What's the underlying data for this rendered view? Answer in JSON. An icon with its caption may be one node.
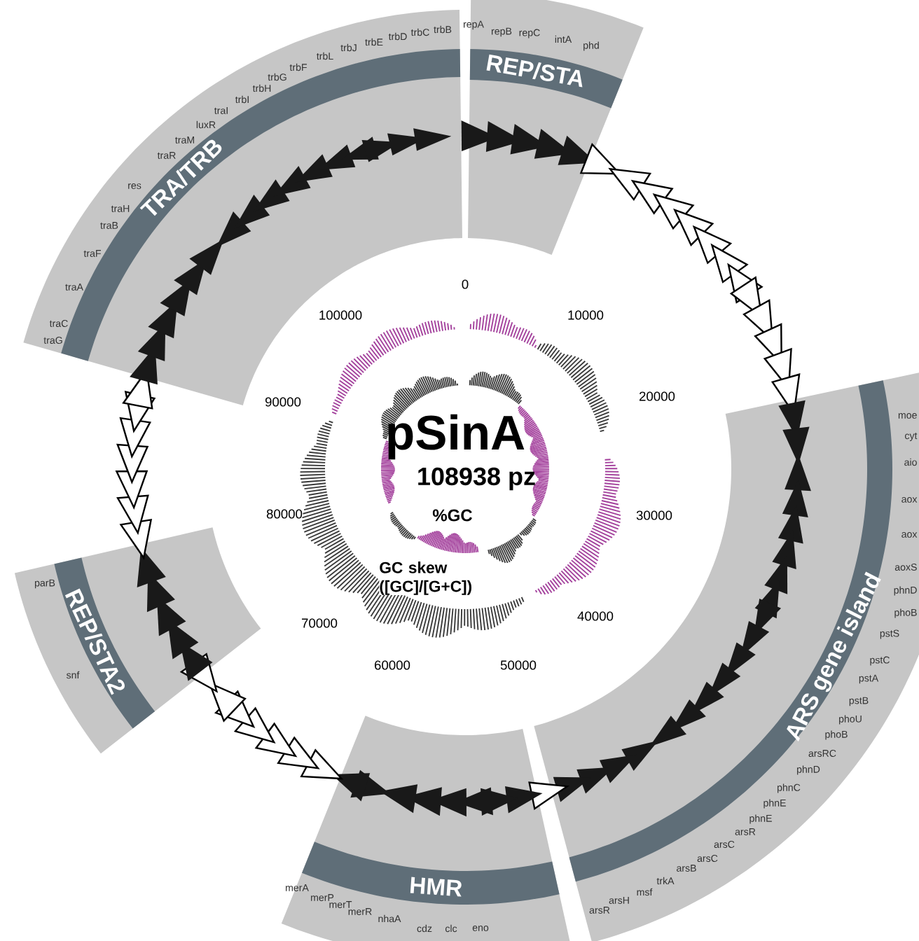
{
  "diagram": {
    "title": "pSinA",
    "nodes": [
      {
        "text": [
          "TRA/TRB",
          "traG",
          "traC",
          "traA",
          "traF",
          "traB",
          "traH",
          "res",
          "traR",
          "traM",
          "luxR",
          "traI",
          "trbI",
          "trbH",
          "trbG",
          "trbF",
          "trbL",
          "trbJ",
          "trbE",
          "trbD",
          "trbC",
          "trbB"
        ]
      },
      {
        "text": [
          "REP/STA",
          "repA",
          "repB",
          "repC",
          "intA",
          "phd"
        ]
      },
      {
        "text": [
          "ARS gene island",
          "moe",
          "cyt",
          "aio",
          "aox",
          "aox",
          "aoxS",
          "phnD",
          "phoB",
          "pstS",
          "pstC",
          "pstA",
          "pstB",
          "phoU",
          "phoB",
          "arsRC",
          "phnD",
          "phnC",
          "phnE",
          "phnE",
          "arsR",
          "arsC",
          "arsC",
          "arsB",
          "trkA",
          "msf",
          "arsH",
          "arsR"
        ]
      },
      {
        "text": [
          "HMR",
          "merA",
          "merP",
          "merT",
          "merR",
          "nhaA",
          "cdz",
          "clc",
          "eno"
        ]
      },
      {
        "text": [
          "REP/STA2",
          "parB",
          "snf"
        ]
      }
    ],
    "labels": [
      "108938 pz",
      "%GC",
      "GC skew ([GC]/[G+C])",
      "0",
      "10000",
      "20000",
      "30000",
      "40000",
      "50000",
      "60000",
      "70000",
      "80000",
      "90000",
      "100000"
    ]
  }
}
